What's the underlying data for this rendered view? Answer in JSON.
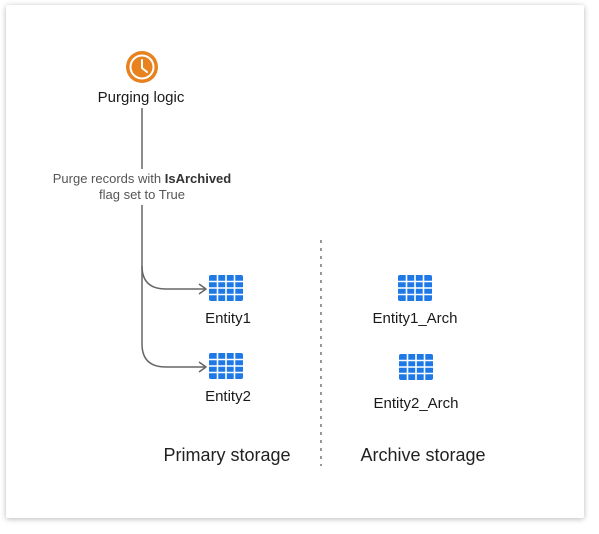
{
  "source": {
    "icon": "clock-icon",
    "label": "Purging logic"
  },
  "edge_note": {
    "text_before": "Purge records with ",
    "text_bold": "IsArchived",
    "text_after": "flag set to True"
  },
  "primary": {
    "entities": [
      {
        "icon": "table-icon",
        "label": "Entity1"
      },
      {
        "icon": "table-icon",
        "label": "Entity2"
      }
    ],
    "label": "Primary storage"
  },
  "archive": {
    "entities": [
      {
        "icon": "table-icon",
        "label": "Entity1_Arch"
      },
      {
        "icon": "table-icon",
        "label": "Entity2_Arch"
      }
    ],
    "label": "Archive storage"
  },
  "colors": {
    "clock": "#e8821e",
    "table": "#1e78e6",
    "connector": "#666666",
    "divider": "#777777"
  }
}
